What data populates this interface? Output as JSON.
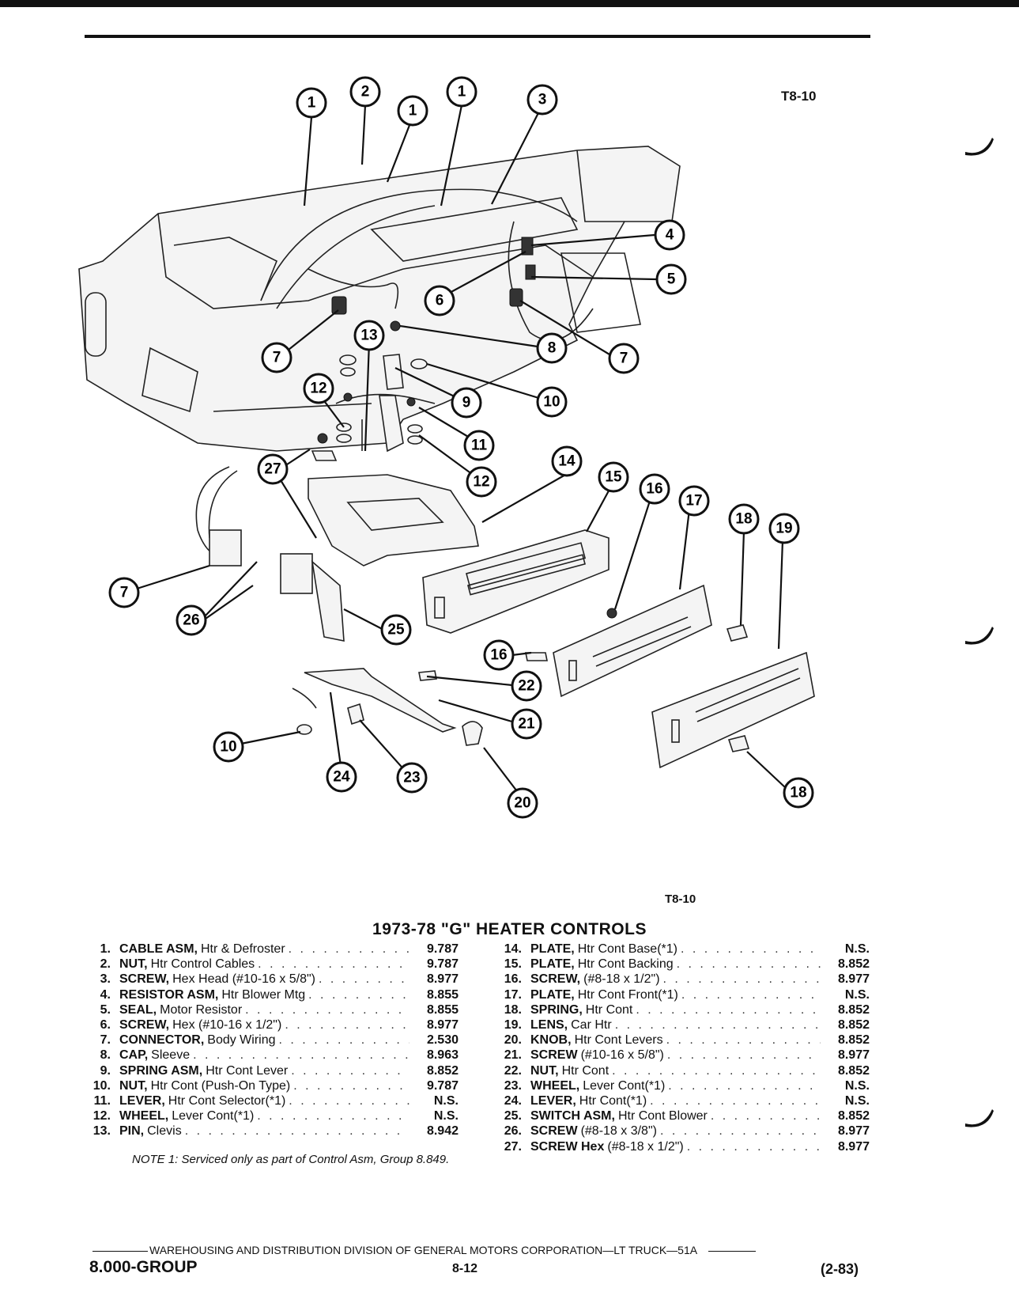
{
  "figure": {
    "tag_top": "T8-10",
    "tag_bottom": "T8-10"
  },
  "callouts": [
    "1",
    "2",
    "1",
    "1",
    "3",
    "4",
    "5",
    "6",
    "7",
    "7",
    "8",
    "13",
    "9",
    "10",
    "12",
    "11",
    "27",
    "12",
    "14",
    "15",
    "16",
    "17",
    "18",
    "19",
    "7",
    "26",
    "25",
    "16",
    "22",
    "21",
    "10",
    "24",
    "23",
    "20",
    "18"
  ],
  "section_title": "1973-78 \"G\" HEATER CONTROLS",
  "parts_left": [
    {
      "num": "1.",
      "name": "CABLE ASM,",
      "desc": "Htr & Defroster",
      "group": "9.787"
    },
    {
      "num": "2.",
      "name": "NUT,",
      "desc": "Htr Control Cables",
      "group": "9.787"
    },
    {
      "num": "3.",
      "name": "SCREW,",
      "desc": "Hex Head (#10-16 x 5/8\")",
      "group": "8.977"
    },
    {
      "num": "4.",
      "name": "RESISTOR ASM,",
      "desc": "Htr Blower Mtg",
      "group": "8.855"
    },
    {
      "num": "5.",
      "name": "SEAL,",
      "desc": "Motor Resistor",
      "group": "8.855"
    },
    {
      "num": "6.",
      "name": "SCREW,",
      "desc": "Hex (#10-16 x 1/2\")",
      "group": "8.977"
    },
    {
      "num": "7.",
      "name": "CONNECTOR,",
      "desc": "Body Wiring",
      "group": "2.530"
    },
    {
      "num": "8.",
      "name": "CAP,",
      "desc": "Sleeve",
      "group": "8.963"
    },
    {
      "num": "9.",
      "name": "SPRING ASM,",
      "desc": "Htr Cont Lever",
      "group": "8.852"
    },
    {
      "num": "10.",
      "name": "NUT,",
      "desc": "Htr Cont (Push-On Type)",
      "group": "9.787"
    },
    {
      "num": "11.",
      "name": "LEVER,",
      "desc": "Htr Cont Selector(*1)",
      "group": "N.S."
    },
    {
      "num": "12.",
      "name": "WHEEL,",
      "desc": "Lever Cont(*1)",
      "group": "N.S."
    },
    {
      "num": "13.",
      "name": "PIN,",
      "desc": "Clevis",
      "group": "8.942"
    }
  ],
  "parts_right": [
    {
      "num": "14.",
      "name": "PLATE,",
      "desc": "Htr Cont Base(*1)",
      "group": "N.S."
    },
    {
      "num": "15.",
      "name": "PLATE,",
      "desc": "Htr Cont Backing",
      "group": "8.852"
    },
    {
      "num": "16.",
      "name": "SCREW,",
      "desc": "(#8-18 x 1/2\")",
      "group": "8.977"
    },
    {
      "num": "17.",
      "name": "PLATE,",
      "desc": "Htr Cont Front(*1)",
      "group": "N.S."
    },
    {
      "num": "18.",
      "name": "SPRING,",
      "desc": "Htr Cont",
      "group": "8.852"
    },
    {
      "num": "19.",
      "name": "LENS,",
      "desc": "Car Htr",
      "group": "8.852"
    },
    {
      "num": "20.",
      "name": "KNOB,",
      "desc": "Htr Cont Levers",
      "group": "8.852"
    },
    {
      "num": "21.",
      "name": "SCREW",
      "desc": "(#10-16 x 5/8\")",
      "group": "8.977"
    },
    {
      "num": "22.",
      "name": "NUT,",
      "desc": "Htr Cont",
      "group": "8.852"
    },
    {
      "num": "23.",
      "name": "WHEEL,",
      "desc": "Lever Cont(*1)",
      "group": "N.S."
    },
    {
      "num": "24.",
      "name": "LEVER,",
      "desc": "Htr Cont(*1)",
      "group": "N.S."
    },
    {
      "num": "25.",
      "name": "SWITCH ASM,",
      "desc": "Htr Cont Blower",
      "group": "8.852"
    },
    {
      "num": "26.",
      "name": "SCREW",
      "desc": "(#8-18 x 3/8\")",
      "group": "8.977"
    },
    {
      "num": "27.",
      "name": "SCREW Hex",
      "desc": "(#8-18 x 1/2\")",
      "group": "8.977"
    }
  ],
  "note": "NOTE 1: Serviced only as part of Control Asm, Group 8.849.",
  "footer": {
    "division": "WAREHOUSING AND DISTRIBUTION  DIVISION OF GENERAL MOTORS CORPORATION—LT TRUCK—51A",
    "group": "8.000-GROUP",
    "page": "8-12",
    "date": "(2-83)"
  }
}
